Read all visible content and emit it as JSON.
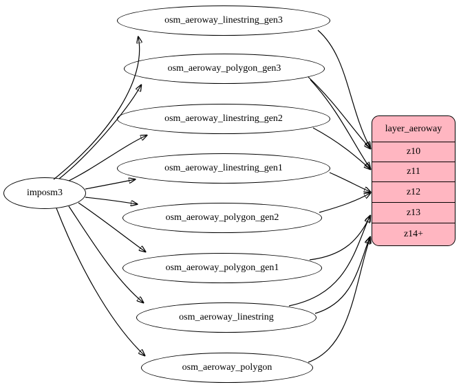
{
  "diagram": {
    "type": "etl-graph",
    "source_node": {
      "id": "imposm3",
      "label": "imposm3"
    },
    "table_nodes": [
      {
        "id": "osm_aeroway_linestring_gen3",
        "label": "osm_aeroway_linestring_gen3"
      },
      {
        "id": "osm_aeroway_polygon_gen3",
        "label": "osm_aeroway_polygon_gen3"
      },
      {
        "id": "osm_aeroway_linestring_gen2",
        "label": "osm_aeroway_linestring_gen2"
      },
      {
        "id": "osm_aeroway_linestring_gen1",
        "label": "osm_aeroway_linestring_gen1"
      },
      {
        "id": "osm_aeroway_polygon_gen2",
        "label": "osm_aeroway_polygon_gen2"
      },
      {
        "id": "osm_aeroway_polygon_gen1",
        "label": "osm_aeroway_polygon_gen1"
      },
      {
        "id": "osm_aeroway_linestring",
        "label": "osm_aeroway_linestring"
      },
      {
        "id": "osm_aeroway_polygon",
        "label": "osm_aeroway_polygon"
      }
    ],
    "layer_node": {
      "id": "layer_aeroway",
      "title": "layer_aeroway",
      "rows": [
        "z10",
        "z11",
        "z12",
        "z13",
        "z14+"
      ],
      "fill": "#ffb6c1",
      "border": "#000000"
    },
    "edges": [
      {
        "from": "imposm3",
        "to": "osm_aeroway_linestring_gen3"
      },
      {
        "from": "imposm3",
        "to": "osm_aeroway_polygon_gen3"
      },
      {
        "from": "imposm3",
        "to": "osm_aeroway_linestring_gen2"
      },
      {
        "from": "imposm3",
        "to": "osm_aeroway_linestring_gen1"
      },
      {
        "from": "imposm3",
        "to": "osm_aeroway_polygon_gen2"
      },
      {
        "from": "imposm3",
        "to": "osm_aeroway_polygon_gen1"
      },
      {
        "from": "imposm3",
        "to": "osm_aeroway_linestring"
      },
      {
        "from": "imposm3",
        "to": "osm_aeroway_polygon"
      },
      {
        "from": "osm_aeroway_linestring_gen3",
        "to": "layer_aeroway:z10"
      },
      {
        "from": "osm_aeroway_polygon_gen3",
        "to": "layer_aeroway:z10"
      },
      {
        "from": "osm_aeroway_polygon_gen3",
        "to": "layer_aeroway:z11"
      },
      {
        "from": "osm_aeroway_linestring_gen2",
        "to": "layer_aeroway:z11"
      },
      {
        "from": "osm_aeroway_linestring_gen1",
        "to": "layer_aeroway:z12"
      },
      {
        "from": "osm_aeroway_polygon_gen2",
        "to": "layer_aeroway:z12"
      },
      {
        "from": "osm_aeroway_polygon_gen1",
        "to": "layer_aeroway:z13"
      },
      {
        "from": "osm_aeroway_linestring",
        "to": "layer_aeroway:z13"
      },
      {
        "from": "osm_aeroway_linestring",
        "to": "layer_aeroway:z14+"
      },
      {
        "from": "osm_aeroway_polygon",
        "to": "layer_aeroway:z14+"
      }
    ],
    "colors": {
      "background": "#ffffff",
      "node_fill": "#ffffff",
      "stroke": "#000000"
    }
  }
}
